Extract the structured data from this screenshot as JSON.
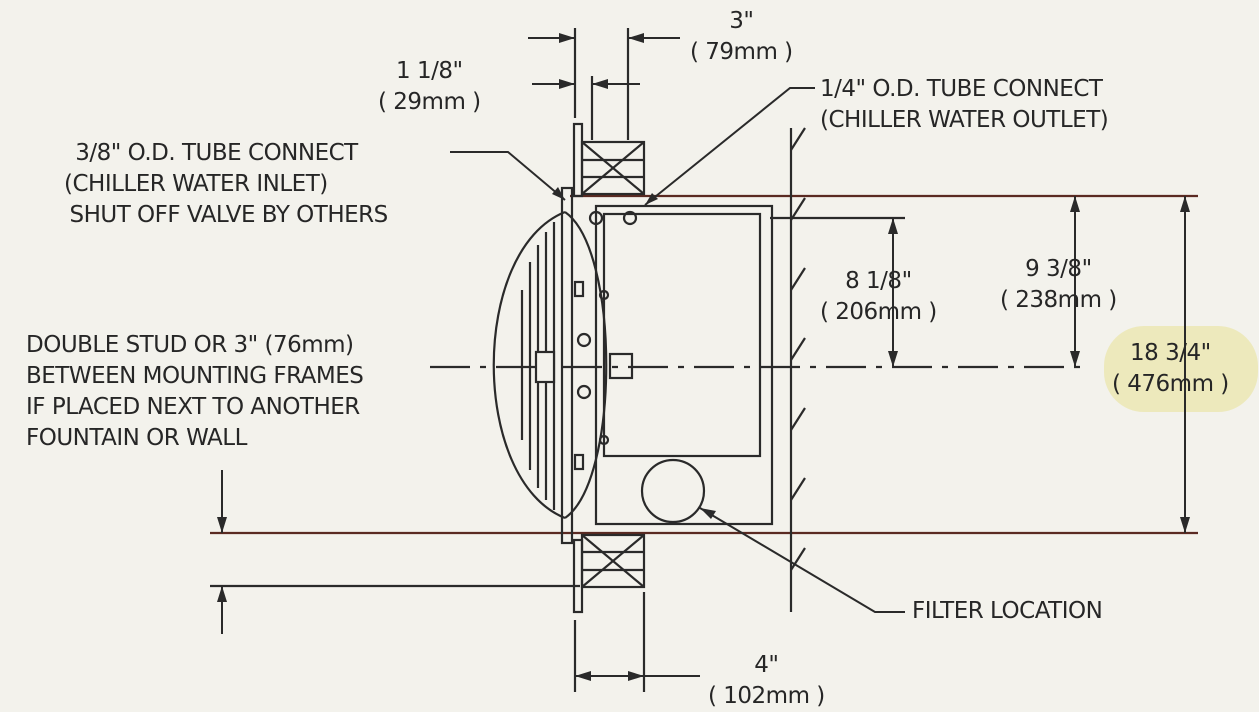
{
  "dims": {
    "top_3in": [
      "3\"",
      "( 79mm )"
    ],
    "top_1_1_8in": [
      "1 1/8\"",
      "( 29mm )"
    ],
    "mid_8_1_8in": [
      "8 1/8\"",
      "( 206mm )"
    ],
    "mid_9_3_8in": [
      "9 3/8\"",
      "( 238mm )"
    ],
    "right_18_3_4in": [
      "18 3/4\"",
      "( 476mm )"
    ],
    "bottom_4in": [
      "4\"",
      "( 102mm )"
    ]
  },
  "notes": {
    "outlet_connect": [
      "1/4\" O.D. TUBE CONNECT",
      "(CHILLER WATER OUTLET)"
    ],
    "inlet_connect": [
      "3/8\" O.D. TUBE CONNECT",
      "(CHILLER WATER INLET)",
      "SHUT OFF VALVE BY OTHERS"
    ],
    "stud_note": [
      "DOUBLE STUD OR 3\" (76mm)",
      "BETWEEN MOUNTING FRAMES",
      "IF PLACED NEXT TO ANOTHER",
      "FOUNTAIN OR WALL"
    ],
    "filter_location": "FILTER LOCATION"
  },
  "colors": {
    "ink": "#2a2a2a",
    "paper": "#f3f2ec",
    "dim_line": "#5a2a22",
    "highlight": "#e8e296"
  }
}
